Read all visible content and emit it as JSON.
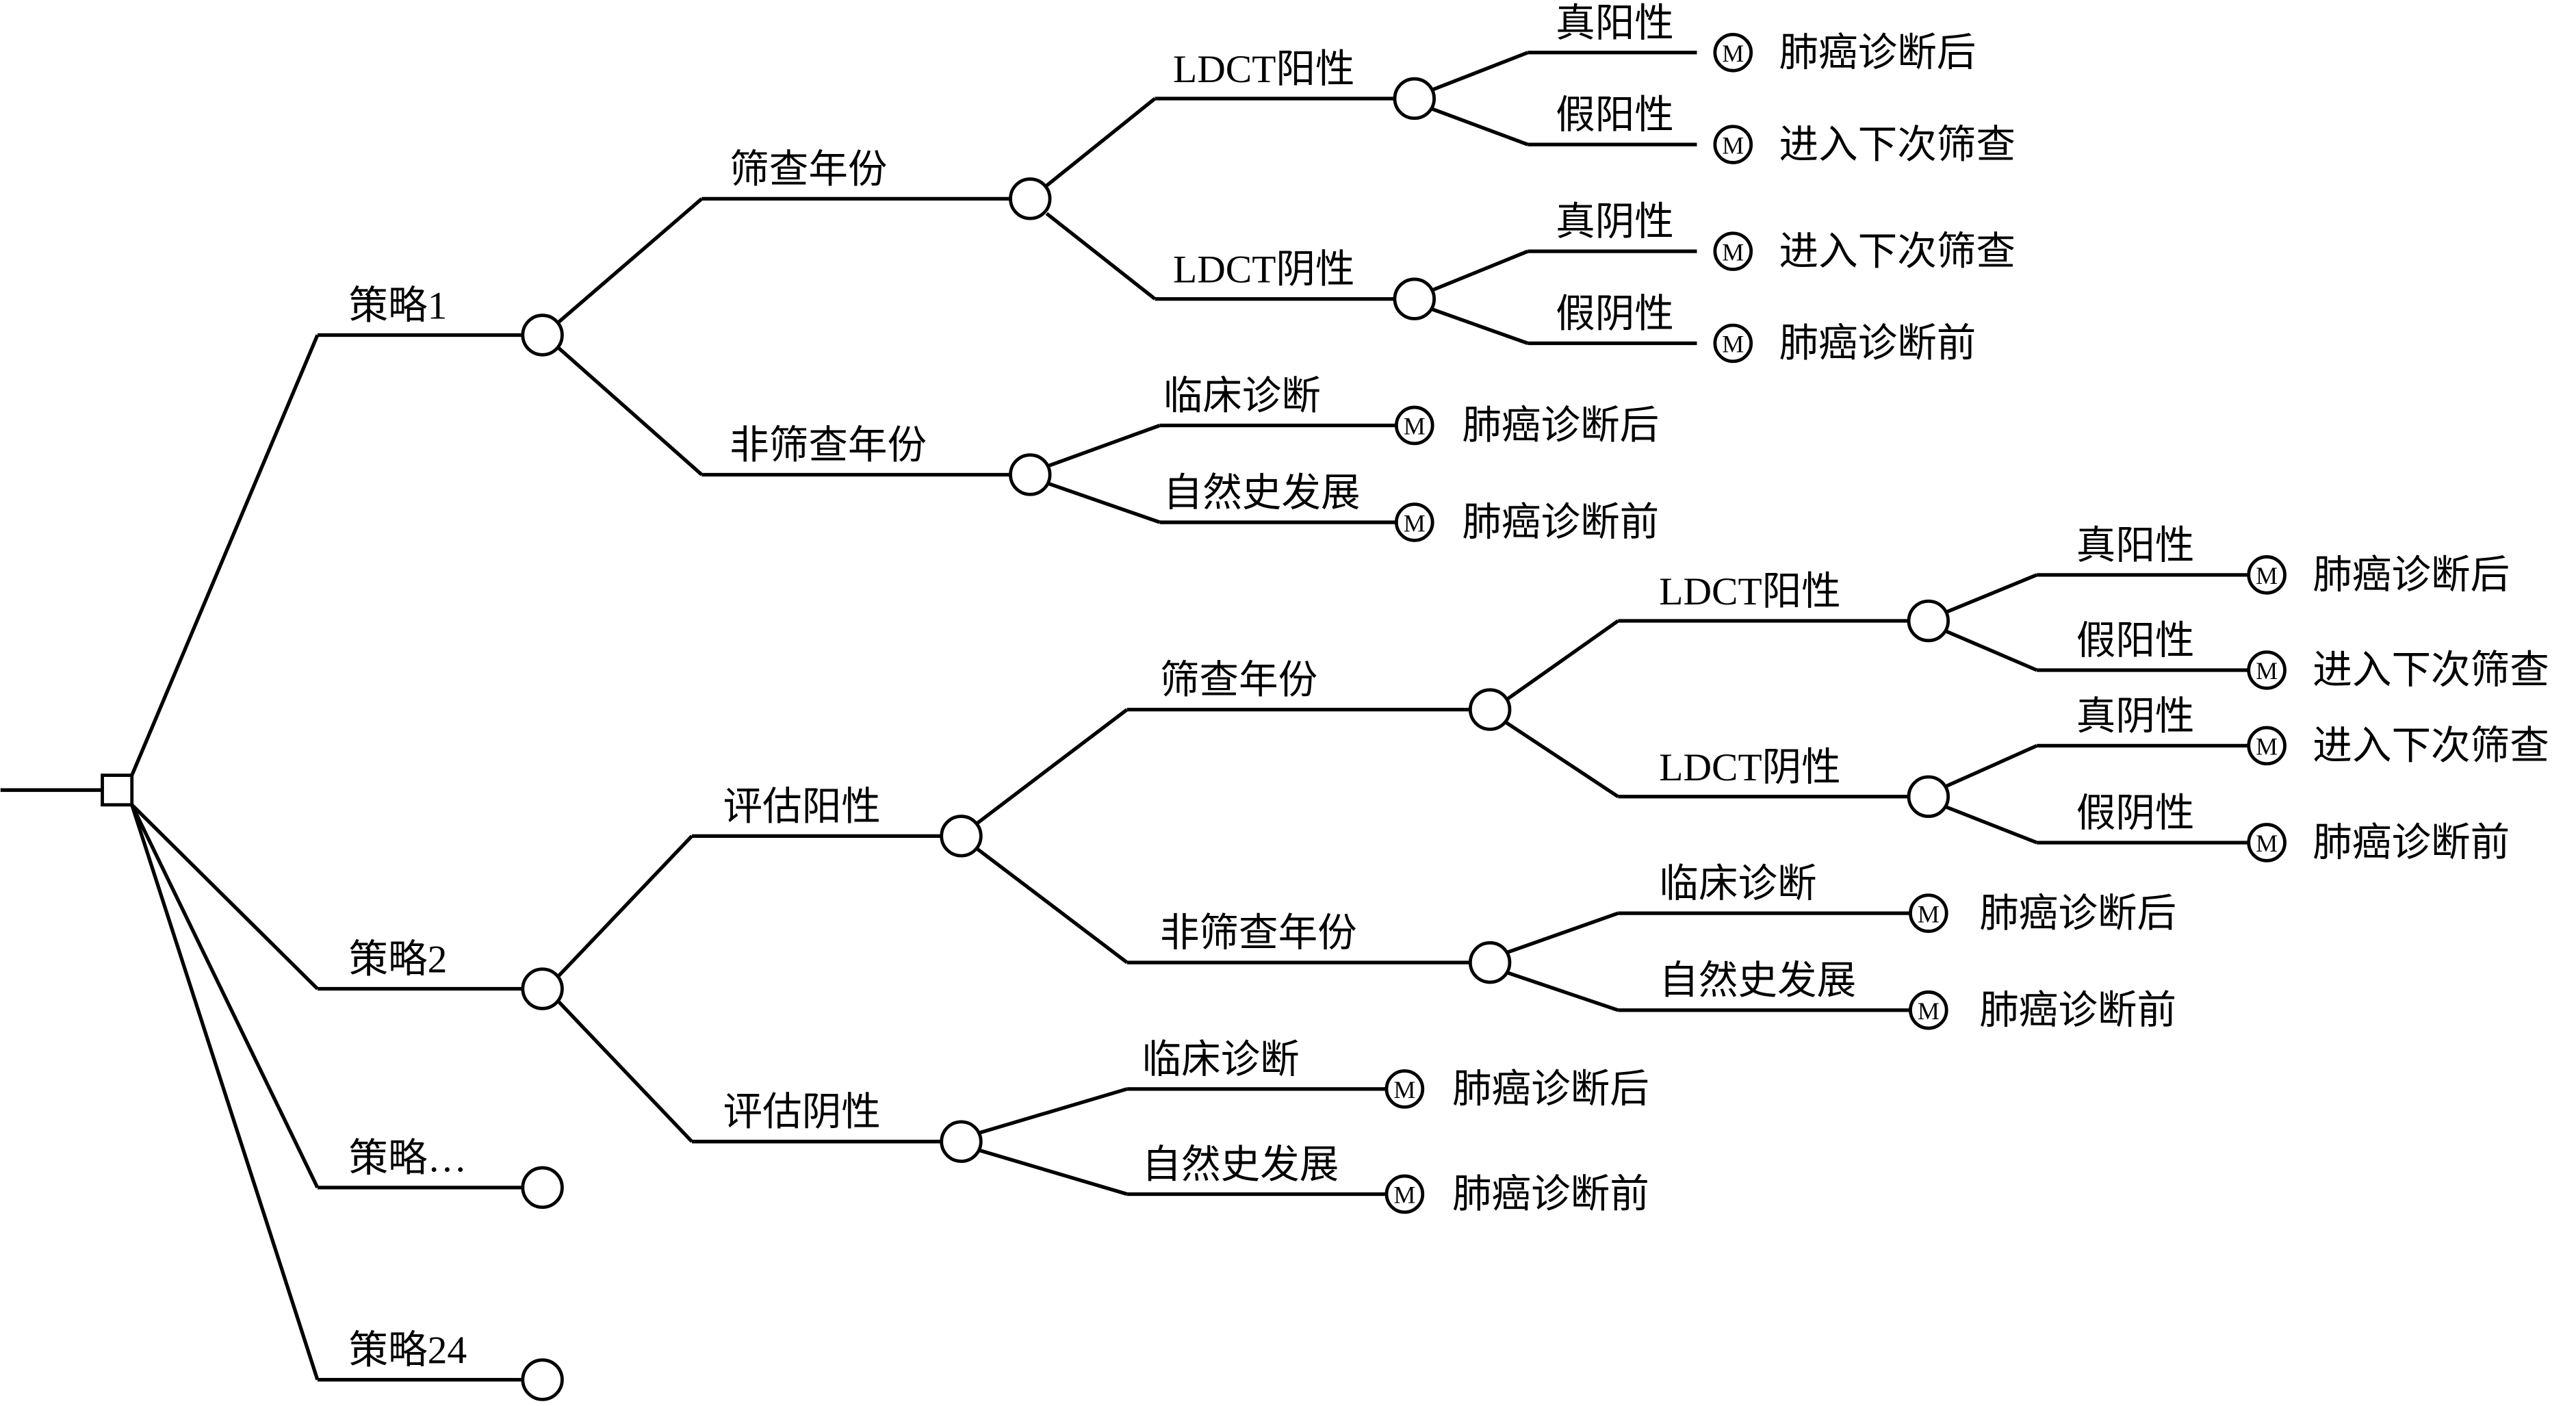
{
  "diagram": {
    "type": "decision-tree",
    "node_legend": {
      "square": "decision node",
      "circle": "chance node",
      "M": "Markov node"
    },
    "strategies": [
      {
        "label": "策略1",
        "children": [
          {
            "label": "筛查年份",
            "children": [
              {
                "label": "LDCT阳性",
                "children": [
                  {
                    "label": "真阳性",
                    "terminal": "肺癌诊断后"
                  },
                  {
                    "label": "假阳性",
                    "terminal": "进入下次筛查"
                  }
                ]
              },
              {
                "label": "LDCT阴性",
                "children": [
                  {
                    "label": "真阴性",
                    "terminal": "进入下次筛查"
                  },
                  {
                    "label": "假阴性",
                    "terminal": "肺癌诊断前"
                  }
                ]
              }
            ]
          },
          {
            "label": "非筛查年份",
            "children": [
              {
                "label": "临床诊断",
                "terminal": "肺癌诊断后"
              },
              {
                "label": "自然史发展",
                "terminal": "肺癌诊断前"
              }
            ]
          }
        ]
      },
      {
        "label": "策略2",
        "children": [
          {
            "label": "评估阳性",
            "children": [
              {
                "label": "筛查年份",
                "children": [
                  {
                    "label": "LDCT阳性",
                    "children": [
                      {
                        "label": "真阳性",
                        "terminal": "肺癌诊断后"
                      },
                      {
                        "label": "假阳性",
                        "terminal": "进入下次筛查"
                      }
                    ]
                  },
                  {
                    "label": "LDCT阴性",
                    "children": [
                      {
                        "label": "真阴性",
                        "terminal": "进入下次筛查"
                      },
                      {
                        "label": "假阴性",
                        "terminal": "肺癌诊断前"
                      }
                    ]
                  }
                ]
              },
              {
                "label": "非筛查年份",
                "children": [
                  {
                    "label": "临床诊断",
                    "terminal": "肺癌诊断后"
                  },
                  {
                    "label": "自然史发展",
                    "terminal": "肺癌诊断前"
                  }
                ]
              }
            ]
          },
          {
            "label": "评估阴性",
            "children": [
              {
                "label": "临床诊断",
                "terminal": "肺癌诊断后"
              },
              {
                "label": "自然史发展",
                "terminal": "肺癌诊断前"
              }
            ]
          }
        ]
      },
      {
        "label": "策略…"
      },
      {
        "label": "策略24"
      }
    ],
    "markov_symbol": "M"
  }
}
